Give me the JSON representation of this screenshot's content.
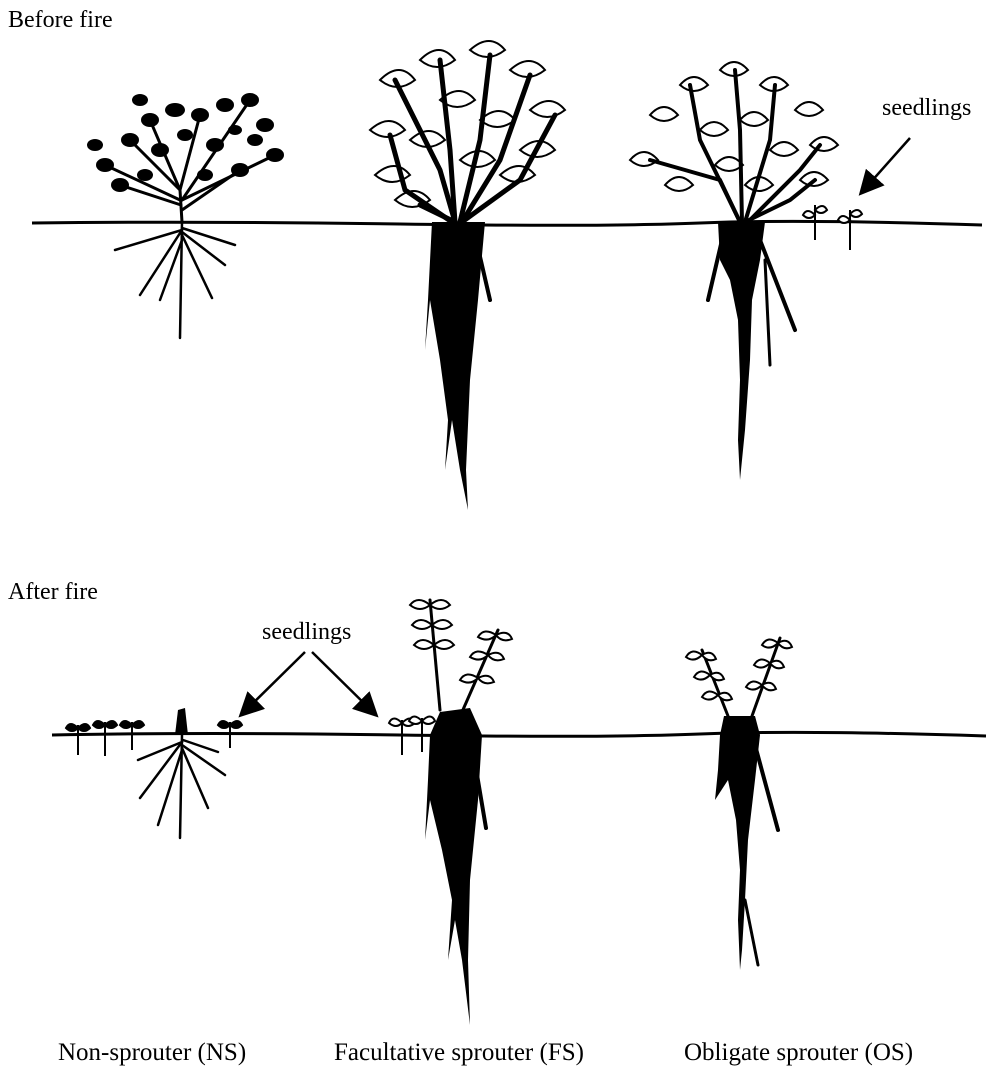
{
  "panels": {
    "before": {
      "label": "Before fire",
      "seedlings_label": "seedlings"
    },
    "after": {
      "label": "After fire",
      "seedlings_label": "seedlings"
    }
  },
  "captions": {
    "ns": "Non-sprouter (NS)",
    "fs": "Facultative sprouter (FS)",
    "os": "Obligate sprouter (OS)"
  },
  "colors": {
    "ink": "#000000",
    "paper": "#ffffff"
  }
}
